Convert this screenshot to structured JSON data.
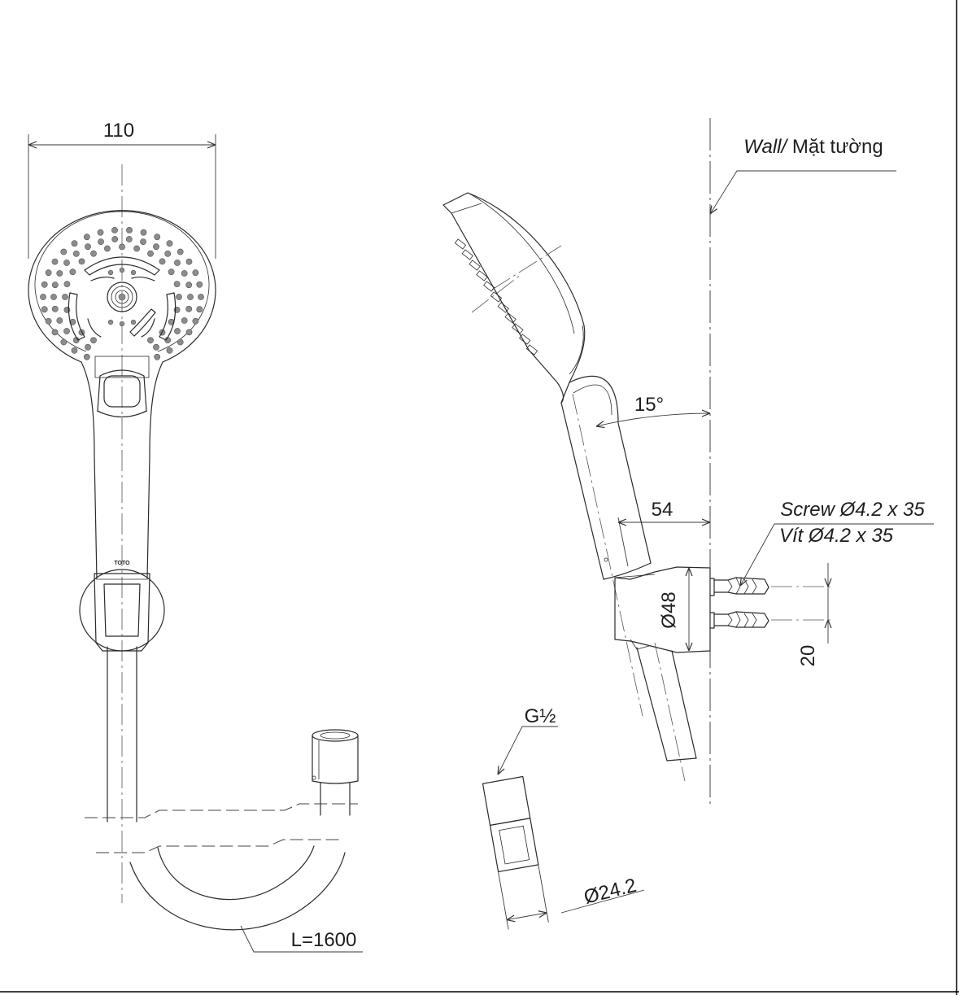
{
  "labels": {
    "width_dim": "110",
    "wall_en": "Wall/",
    "wall_vi": " Mặt tường",
    "angle": "15°",
    "offset": "54",
    "screw_en": "Screw Ø4.2 x 35",
    "screw_vi": "Vít Ø4.2 x 35",
    "holder_dia": "Ø48",
    "spacing": "20",
    "thread": "G½",
    "nut_dia": "Ø24.2",
    "hose_length": "L=1600",
    "brand": "TOTO"
  },
  "colors": {
    "line": "#2b2b2b",
    "background": "#ffffff"
  }
}
